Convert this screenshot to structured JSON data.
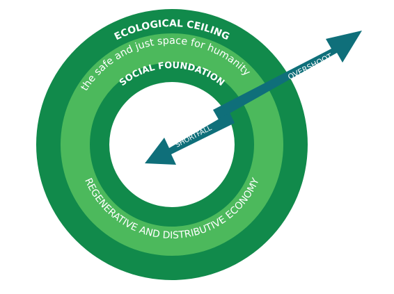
{
  "labels": {
    "ecological_ceiling": "ECOLOGICAL CEILING",
    "safe_space": "the safe and just space for humanity",
    "social_foundation": "SOCIAL FOUNDATION",
    "economy": "REGENERATIVE AND DISTRIBUTIVE ECONOMY",
    "overshoot": "OVERSHOOT",
    "shortfall": "SHORTFALL"
  },
  "colors": {
    "outer_ring": "#118a4b",
    "middle_ring": "#4cb95c",
    "inner_ring": "#118a4b",
    "center": "#ffffff",
    "arrow": "#0f6f7a",
    "text": "#ffffff"
  }
}
